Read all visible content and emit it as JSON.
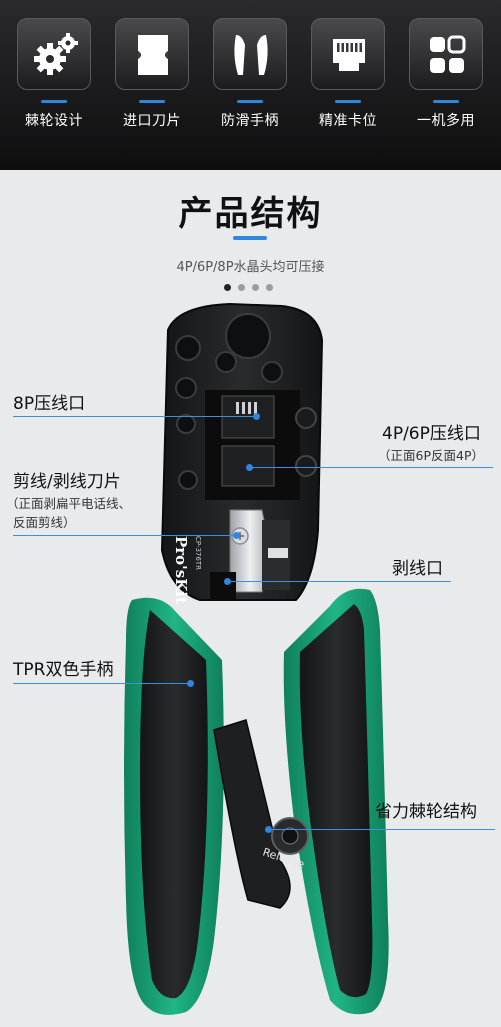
{
  "features": [
    {
      "label": "棘轮设计",
      "icon": "gears-icon"
    },
    {
      "label": "进口刀片",
      "icon": "blade-icon"
    },
    {
      "label": "防滑手柄",
      "icon": "handle-icon"
    },
    {
      "label": "精准卡位",
      "icon": "rj45-connector-icon"
    },
    {
      "label": "一机多用",
      "icon": "multi-grid-icon"
    }
  ],
  "section": {
    "title": "产品结构",
    "subtitle": "4P/6P/8P水晶头均可压接"
  },
  "tool": {
    "brand": "Pro'sKit",
    "model": "CP-376TR",
    "release_text": "Release"
  },
  "callouts": {
    "crimp_8p": "8P压线口",
    "crimp_4p6p": "4P/6P压线口",
    "crimp_4p6p_note": "（正面6P反面4P）",
    "cutter": "剪线/剥线刀片",
    "cutter_note_1": "（正面剥扁平电话线、",
    "cutter_note_2": "反面剪线）",
    "stripper": "剥线口",
    "handle": "TPR双色手柄",
    "ratchet": "省力棘轮结构"
  },
  "colors": {
    "accent": "#2e86de",
    "handle_green": "#1aa67a",
    "tool_black": "#1c1d1f"
  }
}
